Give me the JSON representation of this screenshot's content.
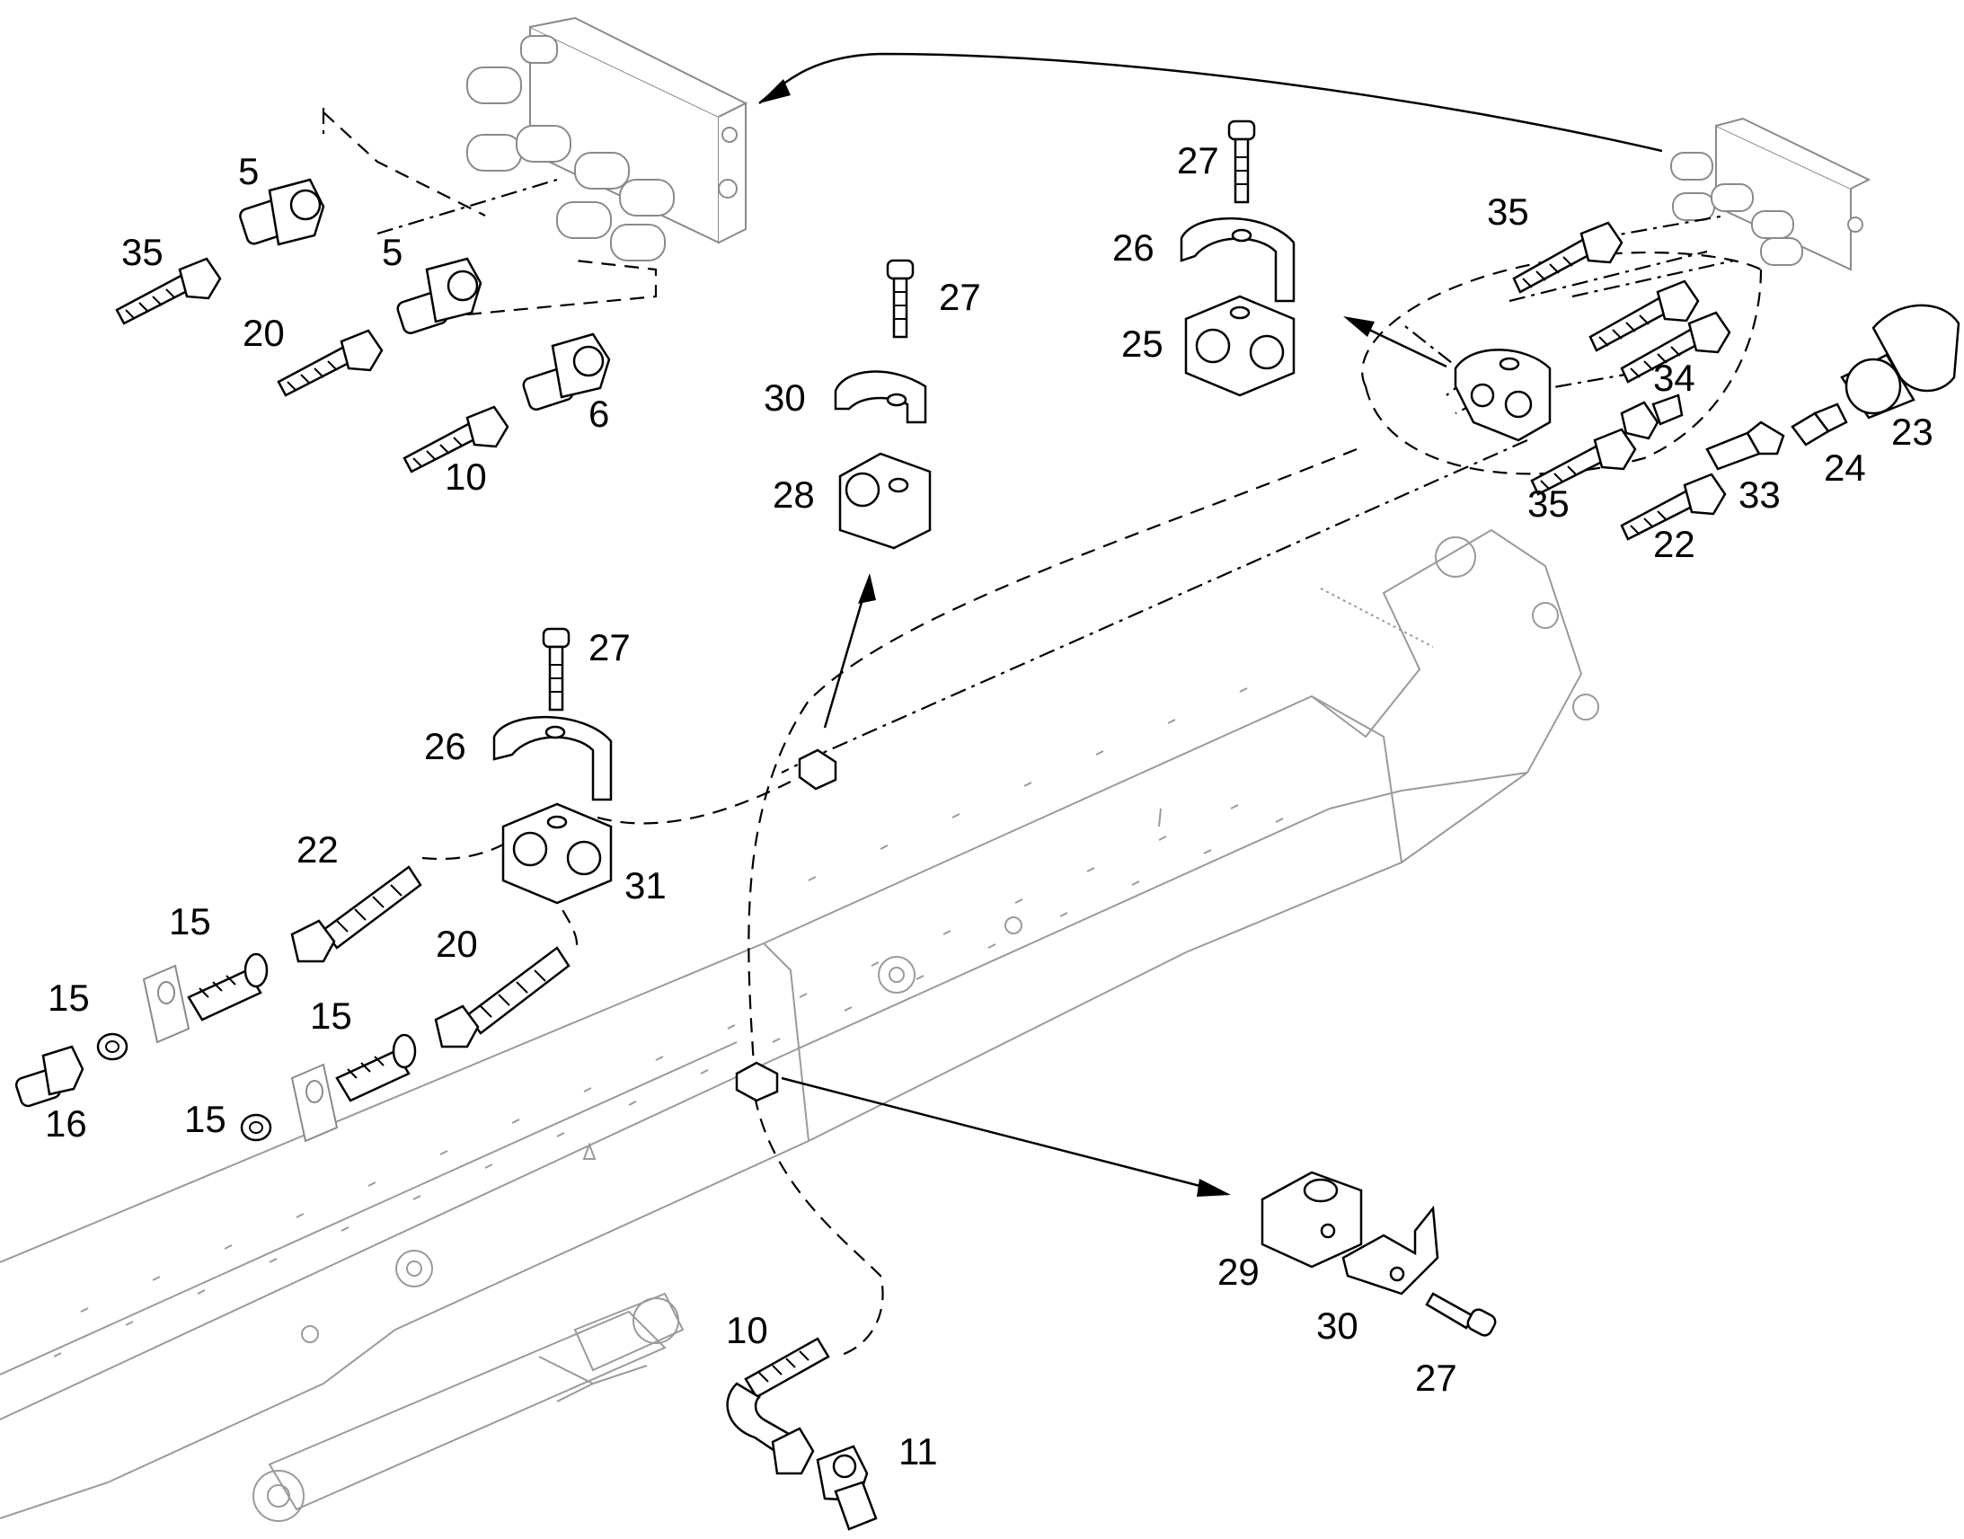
{
  "labels": {
    "l_5a": "5",
    "l_35a": "35",
    "l_5b": "5",
    "l_20a": "20",
    "l_6": "6",
    "l_10a": "10",
    "l_27a": "27",
    "l_30a": "30",
    "l_28": "28",
    "l_27b": "27",
    "l_26a": "26",
    "l_25": "25",
    "l_35b": "35",
    "l_34": "34",
    "l_23": "23",
    "l_24": "24",
    "l_33": "33",
    "l_35c": "35",
    "l_22a": "22",
    "l_27c": "27",
    "l_26b": "26",
    "l_22b": "22",
    "l_31": "31",
    "l_20b": "20",
    "l_15a": "15",
    "l_15b": "15",
    "l_15c": "15",
    "l_15d": "15",
    "l_16": "16",
    "l_29": "29",
    "l_30b": "30",
    "l_27d": "27",
    "l_10b": "10",
    "l_11": "11"
  }
}
